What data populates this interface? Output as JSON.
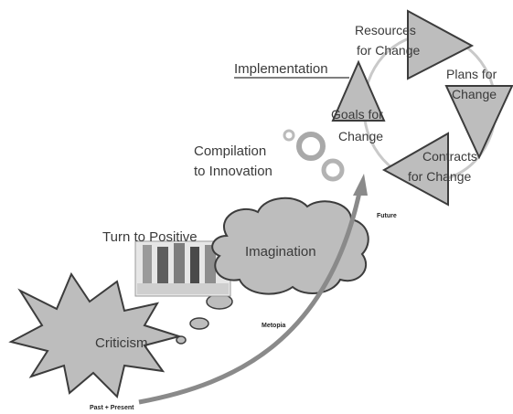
{
  "diagram": {
    "labels": {
      "criticism": "Criticism",
      "imagination": "Imagination",
      "turn_to_positive": "Turn to Positive",
      "compilation_line1": "Compilation",
      "compilation_line2": "to Innovation",
      "implementation": "Implementation",
      "goals_line1": "Goals for",
      "goals_line2": "Change",
      "resources_line1": "Resources",
      "resources_line2": "for Change",
      "plans_line1": "Plans for",
      "plans_line2": "Change",
      "contracts_line1": "Contracts",
      "contracts_line2": "for Change",
      "past_present": "Past + Present",
      "metopia": "Metopia",
      "future": "Future"
    },
    "colors": {
      "fill_gray": "#bdbdbd",
      "stroke_dark": "#3c3c3c",
      "arrow_gray": "#8a8a8a",
      "text_gray": "#3a3a3a"
    }
  }
}
